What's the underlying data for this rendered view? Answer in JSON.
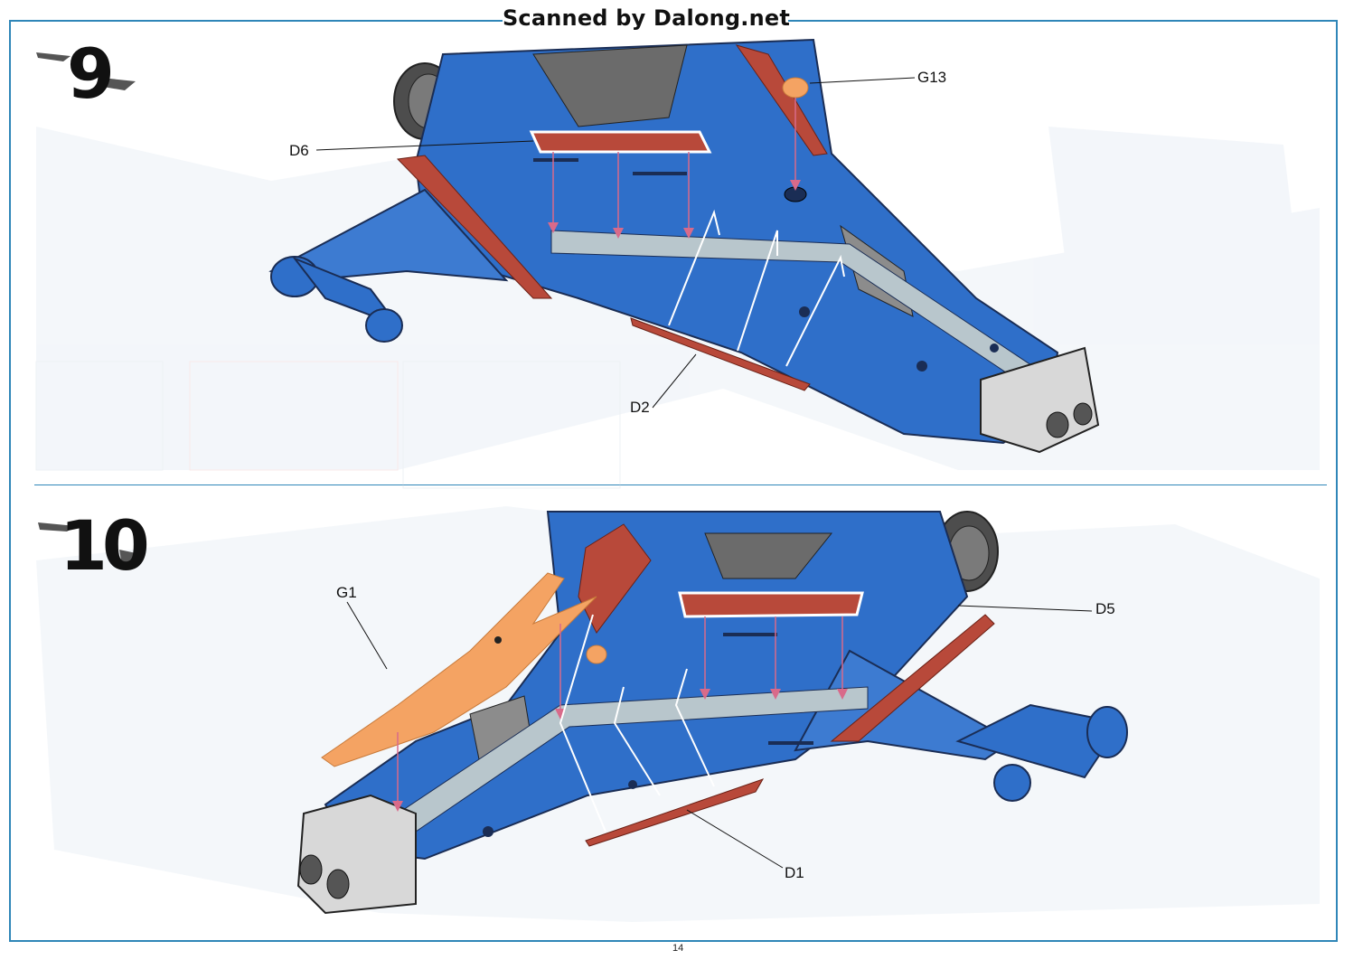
{
  "header": {
    "watermark": "Scanned by Dalong.net"
  },
  "steps": [
    {
      "number": "9",
      "callouts": {
        "d6": "D6",
        "g13": "G13",
        "d2": "D2"
      }
    },
    {
      "number": "10",
      "callouts": {
        "g1": "G1",
        "d5": "D5",
        "d1": "D1"
      }
    }
  ],
  "footer": {
    "page_number": "14"
  },
  "colors": {
    "frame": "#2f86b8",
    "hull_blue": "#2f6fc9",
    "part_red": "#b8493a",
    "part_orange": "#f4a363",
    "grey_panel": "#b8c6cc",
    "ghost_bg": "#dfe8f2"
  }
}
